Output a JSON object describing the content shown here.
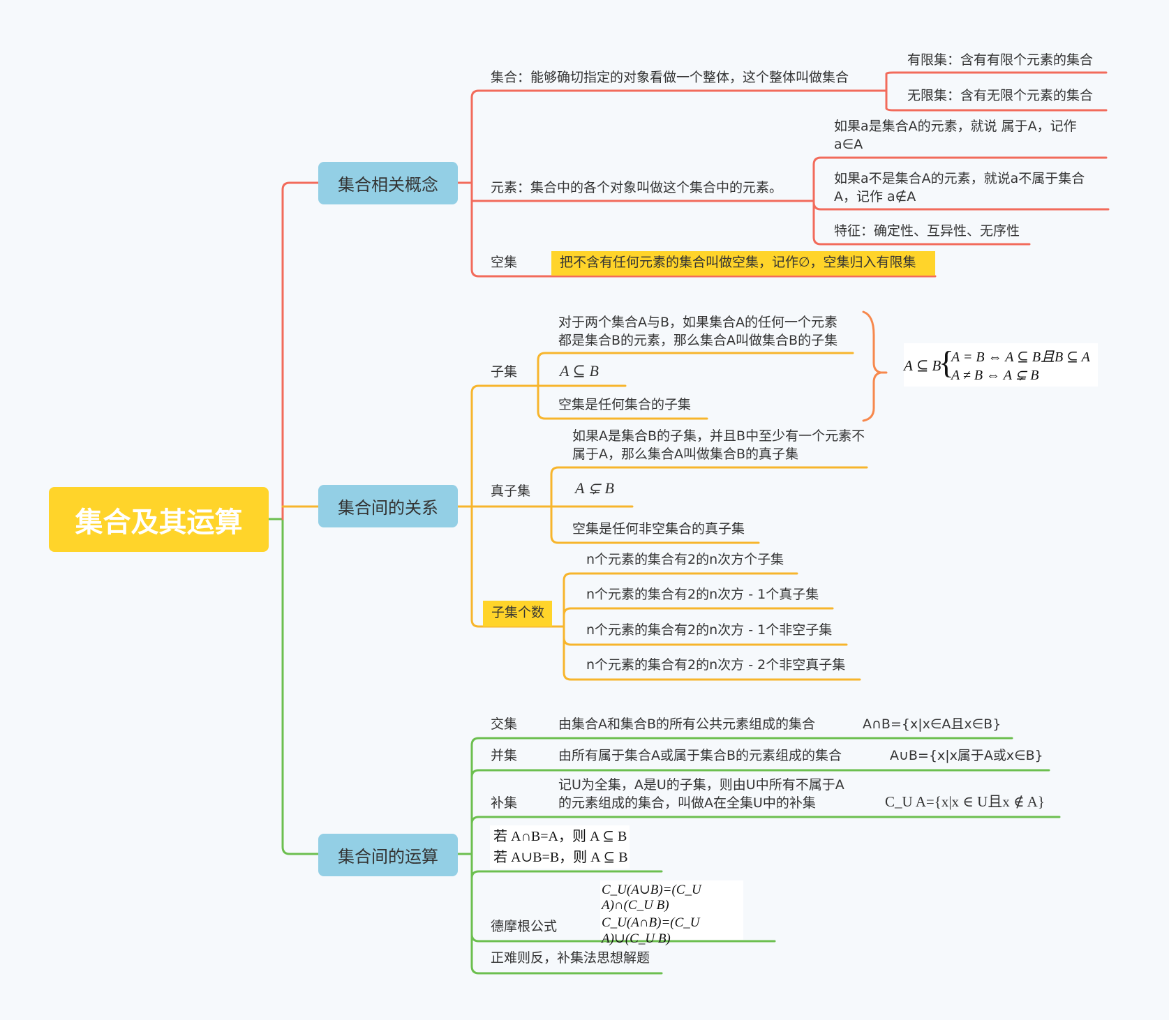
{
  "root": {
    "title": "集合及其运算"
  },
  "concepts": {
    "title": "集合相关概念",
    "set": {
      "label": "集合：能够确切指定的对象看做一个整体，这个整体叫做集合",
      "finite": "有限集：含有有限个元素的集合",
      "infinite": "无限集：含有无限个元素的集合"
    },
    "element": {
      "label": "元素：集合中的各个对象叫做这个集合中的元素。",
      "belongs": "如果a是集合A的元素，就说 属于A，记作 a∈A",
      "not_belongs": "如果a不是集合A的元素，就说a不属于集合A，记作 a∉A",
      "features": "特征：确定性、互异性、无序性"
    },
    "empty": {
      "label": "空集",
      "desc": "把不含有任何元素的集合叫做空集，记作∅，空集归入有限集"
    }
  },
  "relations": {
    "title": "集合间的关系",
    "subset": {
      "label": "子集",
      "def": "对于两个集合A与B，如果集合A的任何一个元素都是集合B的元素，那么集合A叫做集合B的子集",
      "notation": "A ⊆ B",
      "empty_note": "空集是任何集合的子集",
      "summary_left": "A ⊆ B",
      "summary_line1": "A = B ⇔ A ⊆ B且B ⊆ A",
      "summary_line2": "A ≠ B ⇔ A ⊊ B"
    },
    "proper": {
      "label": "真子集",
      "def": "如果A是集合B的子集，并且B中至少有一个元素不属于A，那么集合A叫做集合B的真子集",
      "notation": "A ⊊ B",
      "empty_note": "空集是任何非空集合的真子集"
    },
    "count": {
      "label": "子集个数",
      "items": [
        "n个元素的集合有2的n次方个子集",
        "n个元素的集合有2的n次方 - 1个真子集",
        "n个元素的集合有2的n次方 - 1个非空子集",
        "n个元素的集合有2的n次方 - 2个非空真子集"
      ]
    }
  },
  "operations": {
    "title": "集合间的运算",
    "intersection": {
      "label": "交集",
      "desc": "由集合A和集合B的所有公共元素组成的集合",
      "formula": "A∩B={x|x∈A且x∈B}"
    },
    "union": {
      "label": "并集",
      "desc": "由所有属于集合A或属于集合B的元素组成的集合",
      "formula": "A∪B={x|x属于A或x∈B}"
    },
    "complement": {
      "label": "补集",
      "desc": "记U为全集，A是U的子集，则由U中所有不属于A的元素组成的集合，叫做A在全集U中的补集",
      "formula": "C_U A={x|x ∈ U且x ∉ A}"
    },
    "implications": {
      "line1": "若 A∩B=A，则 A ⊆ B",
      "line2": "若 A∪B=B，则 A ⊆ B"
    },
    "demorgan": {
      "label": "德摩根公式",
      "f1": "C_U(A∪B)=(C_U A)∩(C_U B)",
      "f2": "C_U(A∩B)=(C_U A)∪(C_U B)"
    },
    "tip": "正难则反，补集法思想解题"
  },
  "colors": {
    "red": "#f26b5b",
    "orange": "#f7b52c",
    "green": "#6cbf4f",
    "root": "#ffd42a",
    "main": "#93cfe5"
  }
}
